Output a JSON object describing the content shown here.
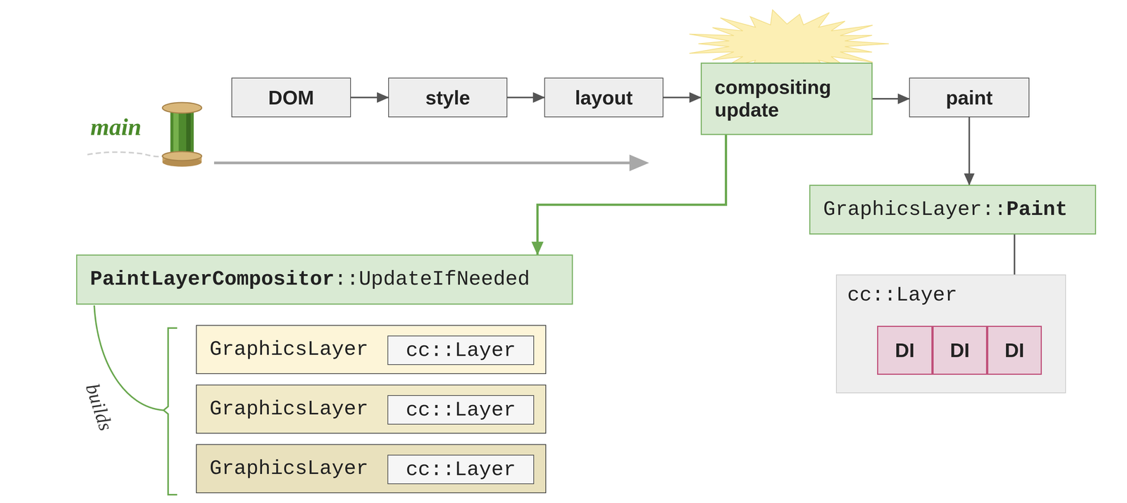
{
  "diagram": {
    "nodes": [
      {
        "text": [
          "DOM"
        ]
      },
      {
        "text": [
          "style"
        ]
      },
      {
        "text": [
          "layout"
        ]
      },
      {
        "text": [
          "compositing update"
        ]
      },
      {
        "text": [
          "paint"
        ]
      },
      {
        "text": [
          "GraphicsLayer::",
          "Paint"
        ]
      },
      {
        "text": [
          "PaintLayerCompositor",
          "::UpdateIfNeeded"
        ]
      },
      {
        "text": [
          "cc::Layer"
        ]
      },
      {
        "text": [
          "DI"
        ],
        "in": 7
      },
      {
        "text": [
          "DI"
        ],
        "in": 7
      },
      {
        "text": [
          "DI"
        ],
        "in": 7
      },
      {
        "text": [
          "GraphicsLayer"
        ]
      },
      {
        "text": [
          "cc::Layer"
        ],
        "in": 11
      },
      {
        "text": [
          "GraphicsLayer"
        ]
      },
      {
        "text": [
          "cc::Layer"
        ],
        "in": 13
      },
      {
        "text": [
          "GraphicsLayer"
        ]
      },
      {
        "text": [
          "cc::Layer"
        ],
        "in": 15
      }
    ],
    "edges": [
      {
        "from": 0,
        "to": 1,
        "arrow": "to"
      },
      {
        "from": 1,
        "to": 2,
        "arrow": "to"
      },
      {
        "from": 2,
        "to": 3,
        "arrow": "to"
      },
      {
        "from": 3,
        "to": 4,
        "arrow": "to"
      },
      {
        "from": 3,
        "to": 6,
        "arrow": "to"
      },
      {
        "from": 4,
        "to": 5,
        "arrow": "to"
      },
      {
        "from": 5,
        "to": 10,
        "arrow": "to"
      }
    ],
    "labels": [
      "main",
      "builds"
    ]
  }
}
